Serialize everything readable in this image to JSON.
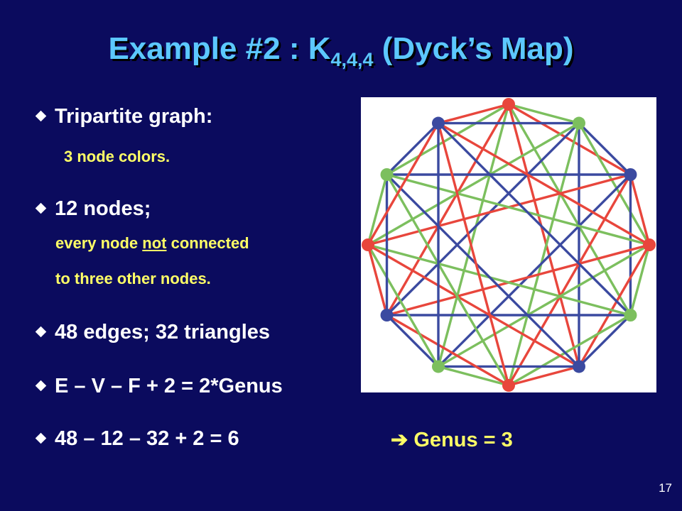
{
  "slide": {
    "title_main": "Example #2 :  K",
    "title_sub": "4,4,4",
    "title_tail": " (Dyck’s Map)",
    "bullets": [
      "Tripartite graph:",
      "12 nodes;",
      "48 edges; 32 triangles",
      "E – V – F + 2 = 2*Genus",
      "48 – 12 – 32 + 2 = 6"
    ],
    "sublines": [
      "3 node colors.",
      "every node ",
      "not",
      " connected",
      "to three other nodes."
    ],
    "result_arrow": "➔",
    "result_text": "Genus = 3",
    "page_number": "17"
  },
  "graph": {
    "node_count": 12,
    "node_colors": [
      "#e8463c",
      "#7cbf5e",
      "#3b4aa0"
    ],
    "node_sequence": [
      "red",
      "green",
      "blue",
      "red",
      "green",
      "blue",
      "red",
      "green",
      "blue",
      "red",
      "green",
      "blue"
    ]
  },
  "colors": {
    "background": "#0b0b5e",
    "title": "#5cc8ff",
    "accent": "#ffff66"
  }
}
